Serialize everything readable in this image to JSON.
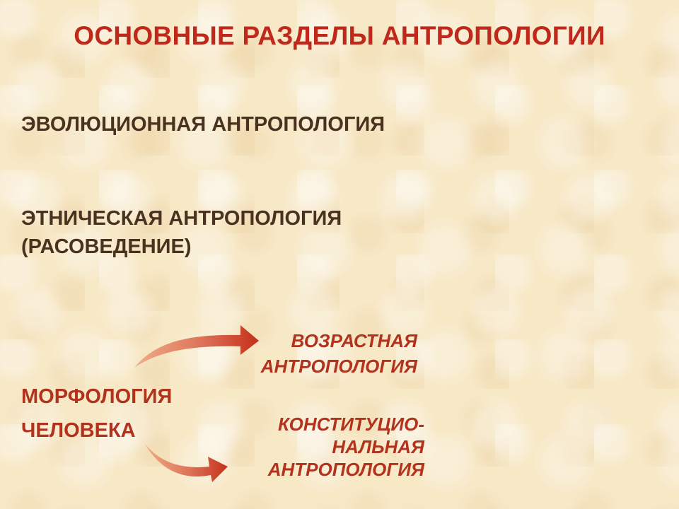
{
  "slide": {
    "title": "ОСНОВНЫЕ РАЗДЕЛЫ АНТРОПОЛОГИИ",
    "sections": [
      {
        "line1": "ЭВОЛЮЦИОННАЯ АНТРОПОЛОГИЯ"
      },
      {
        "line1": "ЭТНИЧЕСКАЯ АНТРОПОЛОГИЯ",
        "line2": "(РАСОВЕДЕНИЕ)"
      }
    ],
    "morphology": {
      "line1": "МОРФОЛОГИЯ",
      "line2": "ЧЕЛОВЕКА"
    },
    "branches": [
      {
        "line1": "ВОЗРАСТНАЯ",
        "line2": "АНТРОПОЛОГИЯ"
      },
      {
        "line1": "КОНСТИТУЦИО-",
        "line2": "НАЛЬНАЯ",
        "line3": "АНТРОПОЛОГИЯ"
      }
    ]
  },
  "colors": {
    "title": "#c0281c",
    "section_text": "#4a3220",
    "accent": "#b2331d",
    "background": "#f7e8c6"
  },
  "icons": [
    "curved-arrow-up-icon",
    "curved-arrow-down-icon"
  ]
}
